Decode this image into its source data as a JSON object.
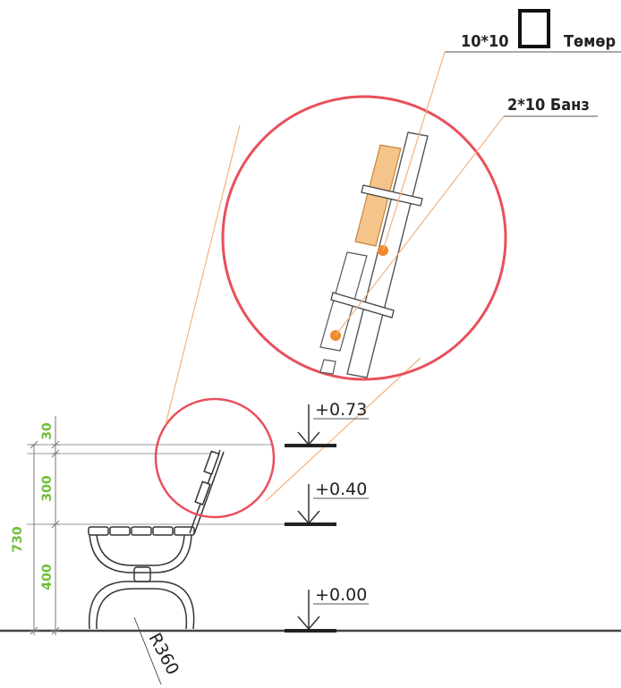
{
  "callouts": {
    "steel_size": "10*10",
    "steel_word": "Төмөр",
    "wood_label": "2*10 Банз"
  },
  "levels": {
    "top": "0.73",
    "seat": "0.40",
    "ground": "0.00",
    "sign": "+"
  },
  "dimensions": {
    "d30": "30",
    "d300": "300",
    "d400": "400",
    "d730": "730",
    "radius": "R360"
  },
  "colors": {
    "circle": "#e8505b",
    "leader": "#f5b27a",
    "dimension_text": "#6fbf3a",
    "line": "#3a3a3a",
    "wood_fill": "#f5c48a",
    "bolt_dot": "#f08a2c"
  }
}
